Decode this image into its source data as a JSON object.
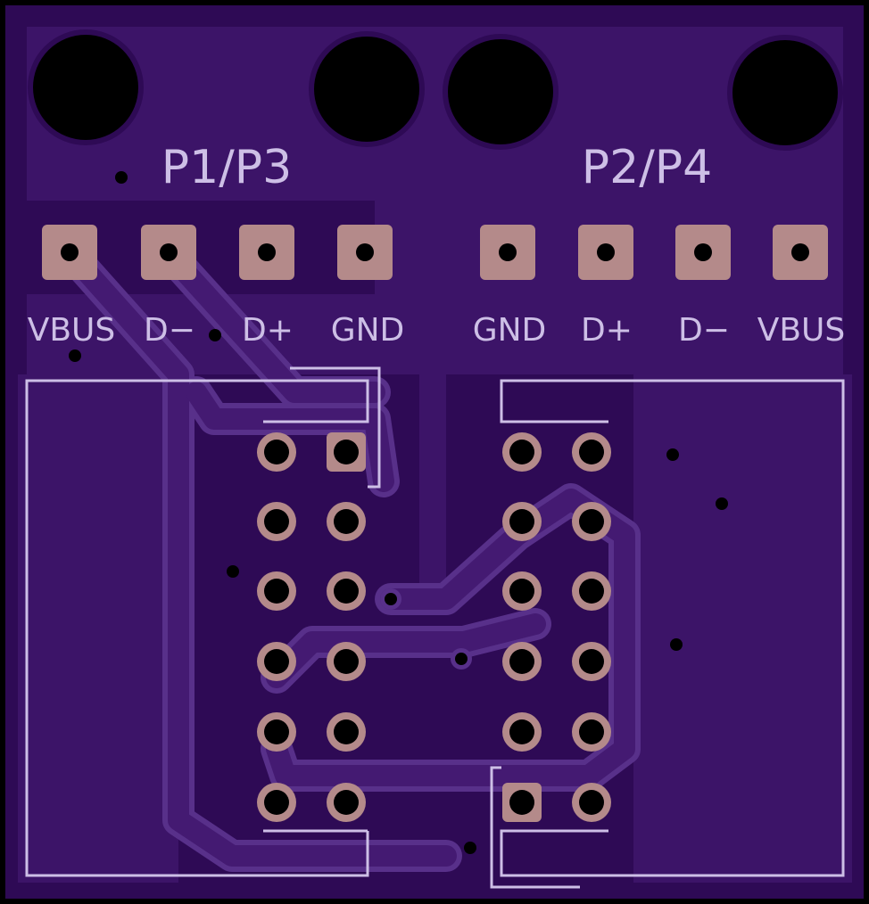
{
  "board": {
    "colors": {
      "edge": "#000000",
      "substrate": "#2e0a55",
      "copper_pour": "#3c1468",
      "trace": "#441a72",
      "trace_outline": "#58308a",
      "silkscreen": "#cdbfe6",
      "pad": "#b48a8a",
      "hole": "#000000"
    },
    "group_left": {
      "title": "P1/P3",
      "labels": [
        "VBUS",
        "D−",
        "D+",
        "GND"
      ]
    },
    "group_right": {
      "title": "P2/P4",
      "labels": [
        "GND",
        "D+",
        "D−",
        "VBUS"
      ]
    }
  }
}
